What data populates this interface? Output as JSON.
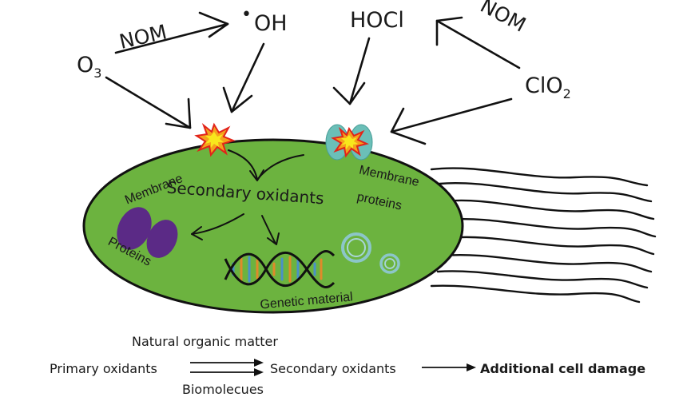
{
  "oxidants": {
    "o3": "O",
    "o3_sub": "3",
    "nom_left": "NOM",
    "oh_dot": "•",
    "oh": "OH",
    "hocl": "HOCl",
    "nom_right": "NOM",
    "clo2": "ClO",
    "clo2_sub": "2"
  },
  "cell": {
    "membrane": "Membrane",
    "secondary_oxidants": "Secondary oxidants",
    "membrane_proteins_1": "Membrane",
    "membrane_proteins_2": "proteins",
    "proteins": "Proteins",
    "genetic_material": "Genetic material"
  },
  "legend": {
    "natural_organic_matter": "Natural organic matter",
    "primary_oxidants": "Primary oxidants",
    "secondary_oxidants": "Secondary oxidants",
    "biomolecues": "Biomolecues",
    "additional_cell_damage": "Additional cell damage"
  },
  "colors": {
    "cell_fill": "#6cb33f",
    "protein": "#5b2a86",
    "membrane_protein": "#6bbfb8",
    "burst_outer": "#f4a21c",
    "burst_inner": "#e2231a",
    "burst_core": "#f8e71c",
    "dna_orange": "#e08a2a",
    "dna_blue": "#4a90c8",
    "ring": "#8cc6c9"
  }
}
